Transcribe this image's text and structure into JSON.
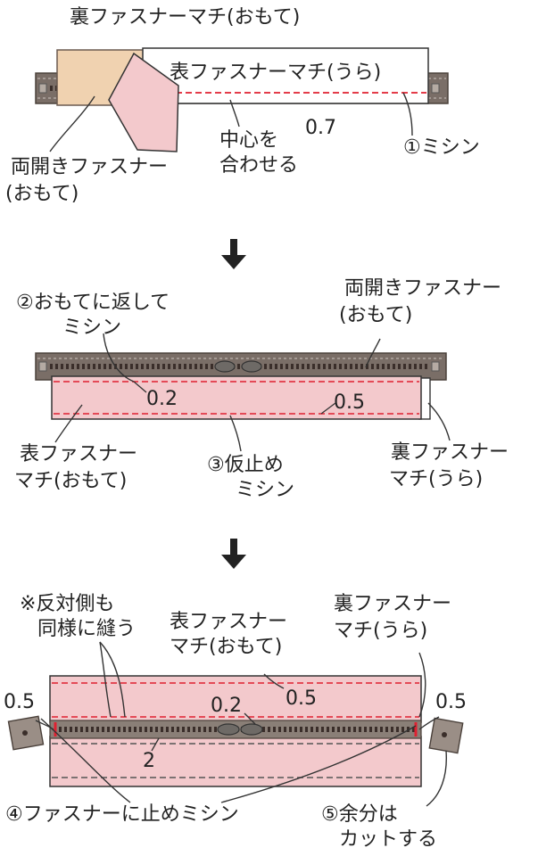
{
  "step1": {
    "label_back_tape_front": "裏ファスナーマチ(おもて)",
    "label_front_tape_back": "表ファスナーマチ(うら)",
    "label_center_line1": "中心を",
    "label_center_line2": "合わせる",
    "measure": "0.7",
    "label_sew": "①ミシン",
    "label_zipper_line1": "両開きファスナー",
    "label_zipper_line2": "(おもて)"
  },
  "step2": {
    "label_flip_line1": "②おもてに返して",
    "label_flip_line2": "ミシン",
    "label_zipper_line1": "両開きファスナー",
    "label_zipper_line2": "(おもて)",
    "measure_a": "0.2",
    "measure_b": "0.5",
    "label_front_tape_line1": "表ファスナー",
    "label_front_tape_line2": "マチ(おもて)",
    "label_baste_line1": "③仮止め",
    "label_baste_line2": "ミシン",
    "label_back_tape_line1": "裏ファスナー",
    "label_back_tape_line2": "マチ(うら)"
  },
  "step3": {
    "label_other_line1": "※反対側も",
    "label_other_line2": "同様に縫う",
    "label_front_tape_line1": "表ファスナー",
    "label_front_tape_line2": "マチ(おもて)",
    "label_back_tape_line1": "裏ファスナー",
    "label_back_tape_line2": "マチ(うら)",
    "measure_left": "0.5",
    "measure_right": "0.5",
    "measure_top": "0.5",
    "measure_center": "0.2",
    "measure_gap": "2",
    "label_stop": "④ファスナーに止めミシン",
    "label_cut_line1": "⑤余分は",
    "label_cut_line2": "カットする"
  },
  "colors": {
    "zipper_tape": "#7a6e67",
    "zipper_teeth": "#3a2e2a",
    "fabric_pink": "#f3c9cc",
    "fabric_tan": "#f0d2b0",
    "stitch_red": "#e02030",
    "stitch_gray": "#555555"
  }
}
